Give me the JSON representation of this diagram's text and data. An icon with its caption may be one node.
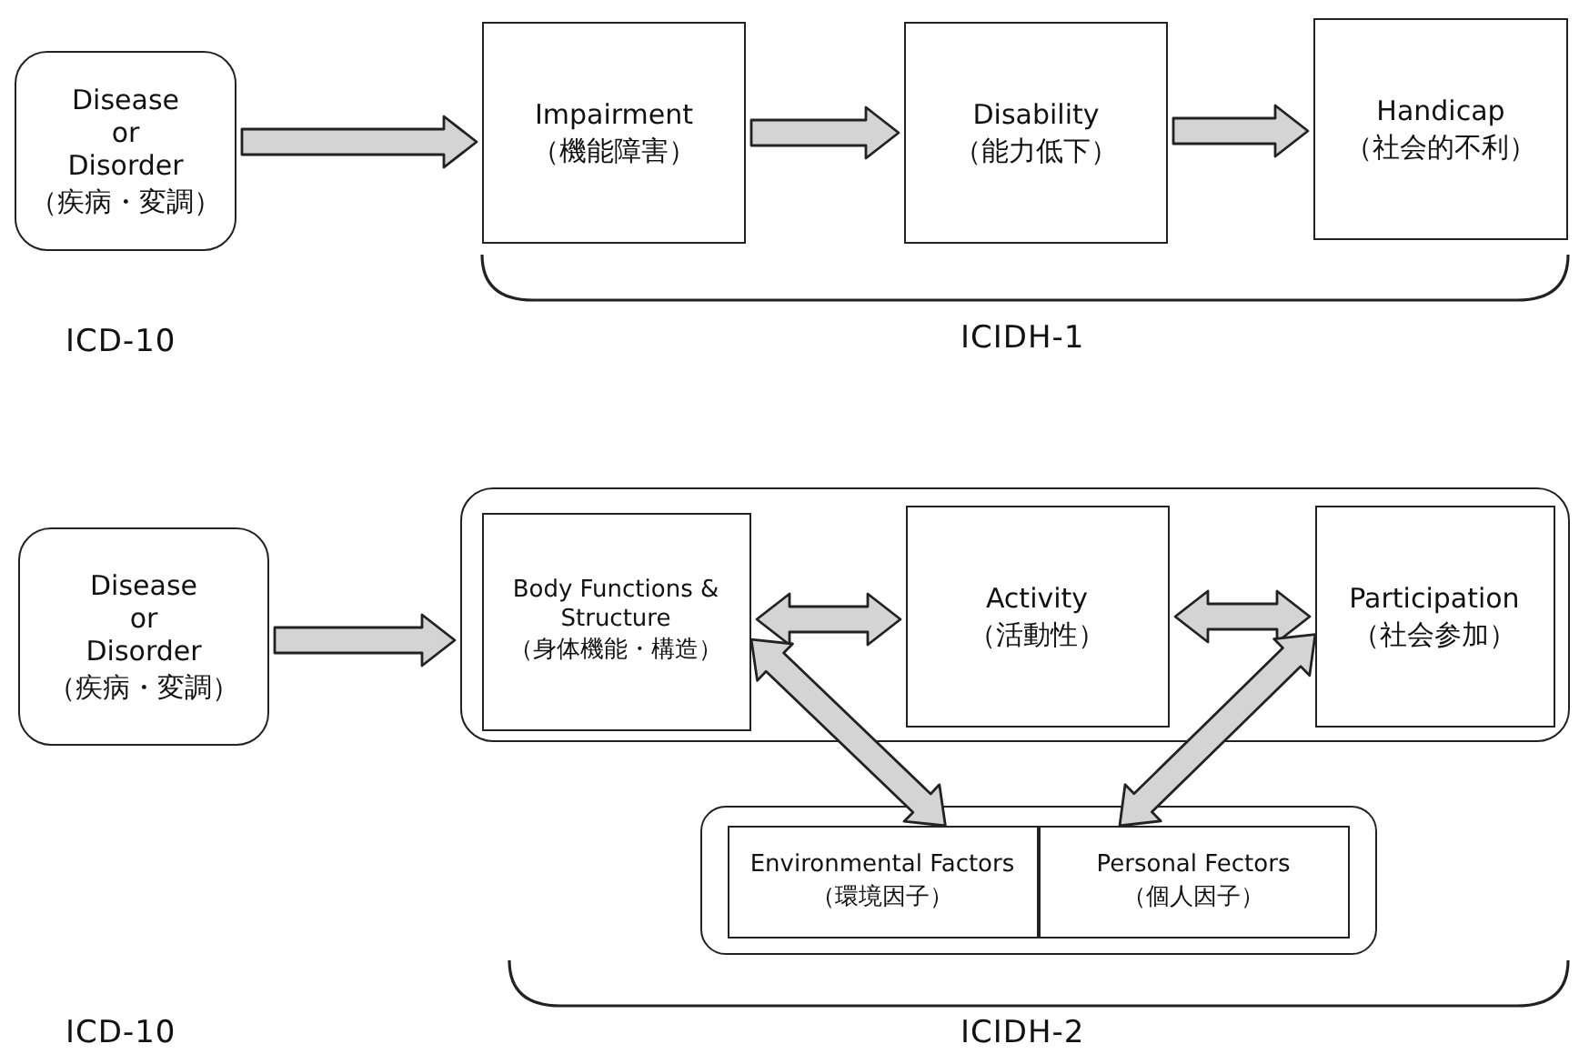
{
  "diagram": {
    "nodes": [
      {
        "text": [
          "Disease or Disorder",
          "（疾病・変調）"
        ]
      },
      {
        "text": [
          "Impairment",
          "（機能障害）"
        ]
      },
      {
        "text": [
          "Disability",
          "（能力低下）"
        ]
      },
      {
        "text": [
          "Handicap",
          "（社会的不利）"
        ]
      },
      {
        "text": [
          "Disease or Disorder",
          "（疾病・変調）"
        ]
      },
      {
        "text": [],
        "shape": "box"
      },
      {
        "text": [
          "Body Functions & Structure",
          "（身体機能・構造）"
        ],
        "in": 5
      },
      {
        "text": [
          "Activity",
          "（活動性）"
        ],
        "in": 5
      },
      {
        "text": [
          "Participation",
          "（社会参加）"
        ],
        "in": 5
      },
      {
        "text": [],
        "shape": "box"
      },
      {
        "text": [
          "Environmental Factors",
          "（環境因子）"
        ],
        "in": 9
      },
      {
        "text": [
          "Personal Fectors",
          "（個人因子）"
        ],
        "in": 9
      }
    ],
    "edges": [
      {
        "from": 0,
        "to": 1,
        "arrow": "to"
      },
      {
        "from": 1,
        "to": 2,
        "arrow": "to"
      },
      {
        "from": 2,
        "to": 3,
        "arrow": "to"
      },
      {
        "from": 4,
        "to": 5,
        "arrow": "to"
      },
      {
        "from": 6,
        "to": 7,
        "arrow": "both"
      },
      {
        "from": 7,
        "to": 8,
        "arrow": "both"
      },
      {
        "from": 6,
        "to": 10,
        "arrow": "both"
      },
      {
        "from": 8,
        "to": 11,
        "arrow": "both"
      }
    ],
    "labels": [
      "ICD-10",
      "ICIDH-1",
      "ICD-10",
      "ICIDH-2"
    ]
  }
}
